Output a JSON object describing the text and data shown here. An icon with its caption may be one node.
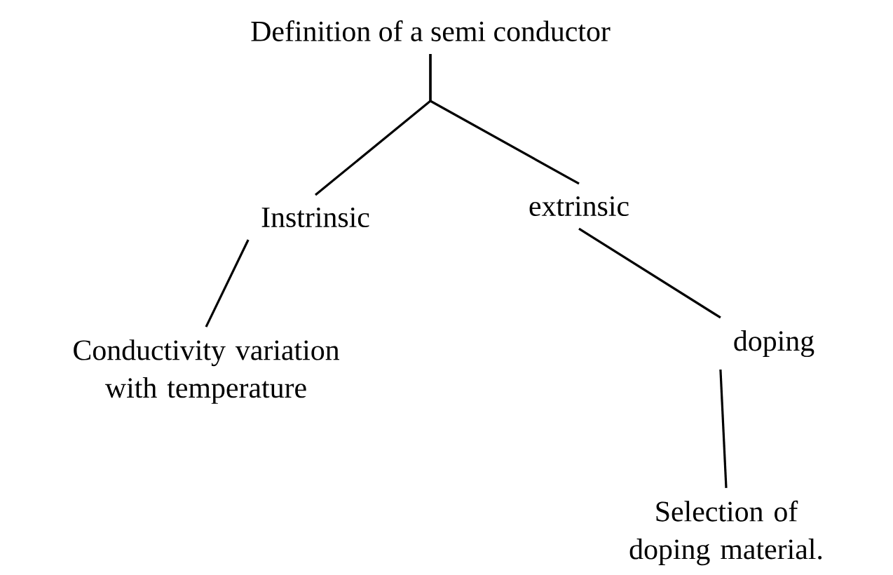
{
  "diagram": {
    "nodes": [
      {
        "text": [
          "Definition of a semi conductor"
        ]
      },
      {
        "text": [
          "Instrinsic"
        ]
      },
      {
        "text": [
          "extrinsic"
        ]
      },
      {
        "text": [
          "Conductivity variation with temperature"
        ]
      },
      {
        "text": [
          "doping"
        ]
      },
      {
        "text": [
          "Selection of doping material."
        ]
      }
    ],
    "edges": [
      {
        "from": 0,
        "to": 1,
        "arrow": "none"
      },
      {
        "from": 0,
        "to": 2,
        "arrow": "none"
      },
      {
        "from": 1,
        "to": 3,
        "arrow": "none"
      },
      {
        "from": 2,
        "to": 4,
        "arrow": "none"
      },
      {
        "from": 4,
        "to": 5,
        "arrow": "none"
      }
    ]
  }
}
